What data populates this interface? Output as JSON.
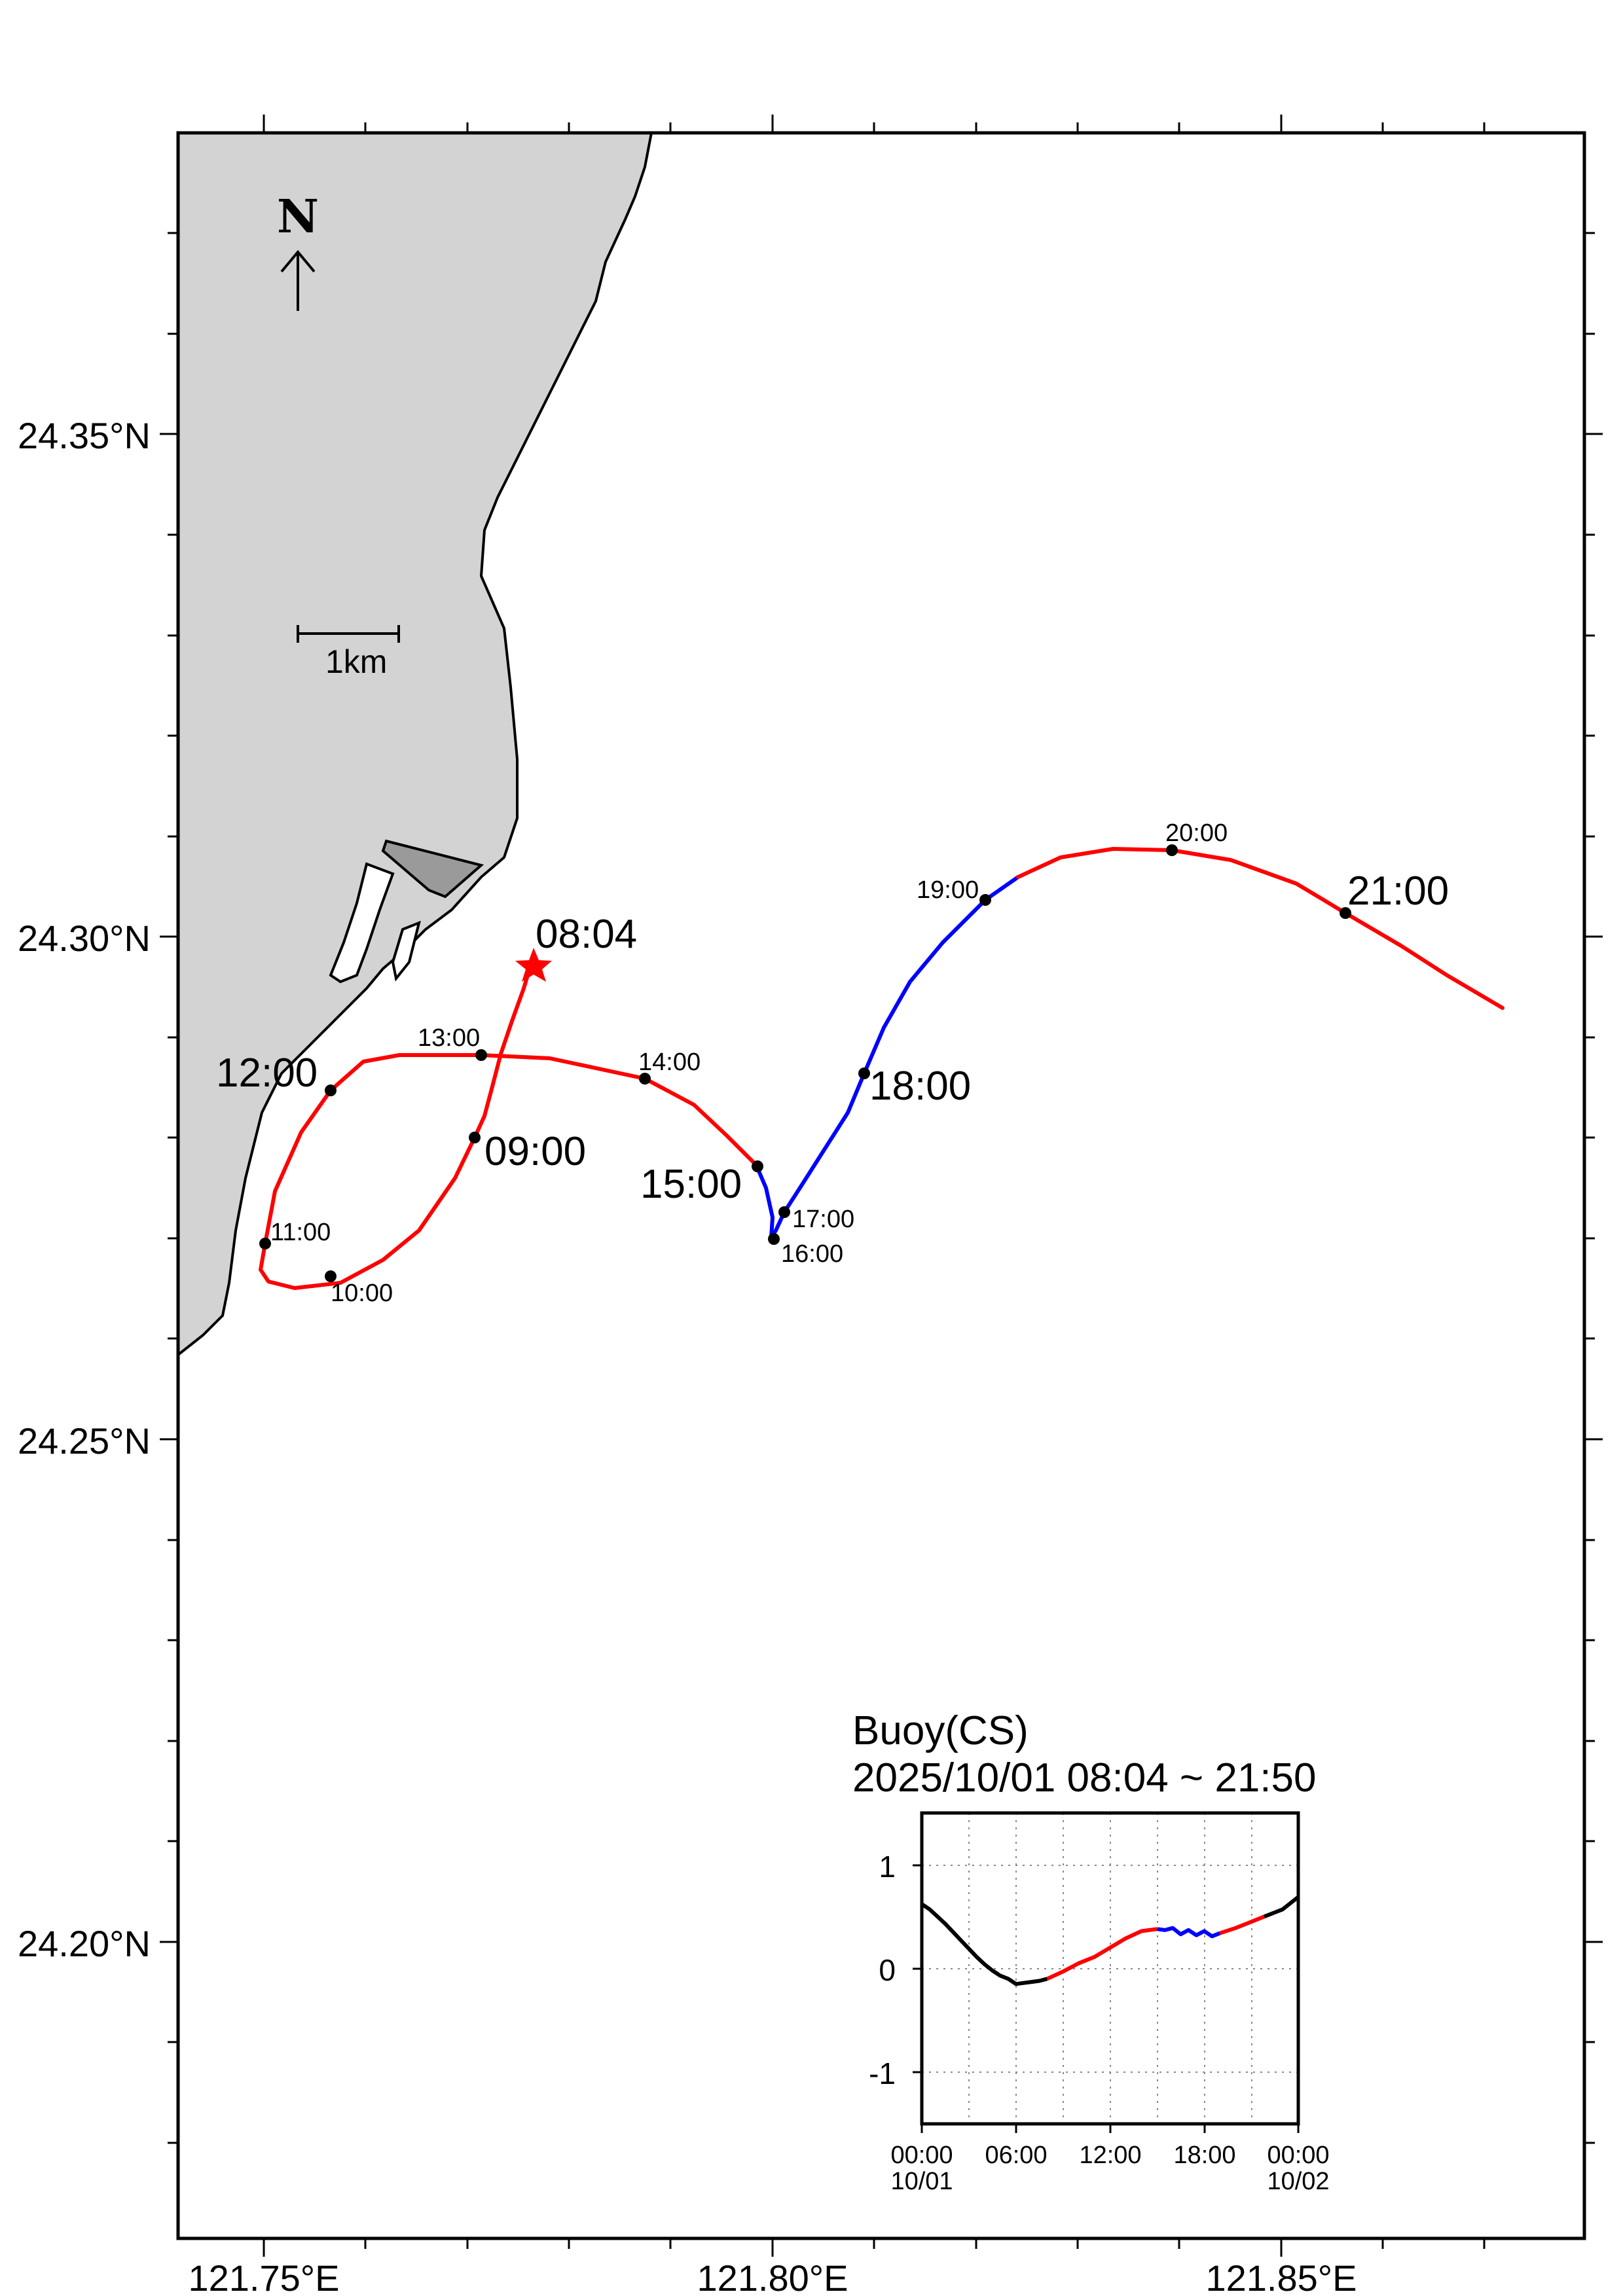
{
  "map": {
    "north_label": "N",
    "scale_label": "1km",
    "lat_labels": [
      "24.35°N",
      "24.30°N",
      "24.25°N",
      "24.20°N"
    ],
    "lon_labels": [
      "121.75°E",
      "121.80°E",
      "121.85°E"
    ],
    "start_label": "08:04",
    "time_labels": {
      "t0900": "09:00",
      "t1000": "10:00",
      "t1100": "11:00",
      "t1200": "12:00",
      "t1300": "13:00",
      "t1400": "14:00",
      "t1500": "15:00",
      "t1600": "16:00",
      "t1700": "17:00",
      "t1800": "18:00",
      "t1900": "19:00",
      "t2000": "20:00",
      "t2100": "21:00"
    },
    "colors": {
      "land": "#d3d3d3",
      "port": "#9a9a9a",
      "track_red": "#ff0000",
      "track_blue": "#0000ff",
      "marker": "#000000"
    }
  },
  "inset": {
    "title": "Buoy(CS)",
    "subtitle": "2025/10/01 08:04 ~ 21:50",
    "y_ticks": [
      "1",
      "0",
      "-1"
    ],
    "x_ticks": [
      "00:00",
      "06:00",
      "12:00",
      "18:00",
      "00:00"
    ],
    "x_dates": [
      "10/01",
      "10/02"
    ]
  },
  "chart_data": {
    "type": "line",
    "ylim": [
      -1.5,
      1.5
    ],
    "xlim_hours": [
      0,
      24
    ],
    "series": [
      {
        "color": "#000000",
        "x_hours": [
          0,
          0.5,
          1,
          1.5,
          2,
          2.5,
          3,
          3.5,
          4,
          4.5,
          5,
          5.5,
          6,
          6.5,
          7,
          7.5,
          8
        ],
        "values": [
          0.62,
          0.57,
          0.5,
          0.43,
          0.35,
          0.27,
          0.19,
          0.11,
          0.04,
          -0.02,
          -0.07,
          -0.1,
          -0.15,
          -0.14,
          -0.13,
          -0.12,
          -0.1
        ]
      },
      {
        "color": "#ff0000",
        "x_hours": [
          8,
          9,
          10,
          11,
          12,
          13,
          14,
          15
        ],
        "values": [
          -0.1,
          -0.03,
          0.05,
          0.11,
          0.2,
          0.29,
          0.36,
          0.38
        ]
      },
      {
        "color": "#0000ff",
        "x_hours": [
          15,
          15.5,
          16,
          16.5,
          17,
          17.5,
          18,
          18.5,
          19
        ],
        "values": [
          0.38,
          0.37,
          0.39,
          0.33,
          0.37,
          0.32,
          0.36,
          0.31,
          0.34
        ]
      },
      {
        "color": "#ff0000",
        "x_hours": [
          19,
          20,
          21,
          21.83
        ],
        "values": [
          0.34,
          0.39,
          0.45,
          0.5
        ]
      },
      {
        "color": "#000000",
        "x_hours": [
          21.83,
          22.5,
          23,
          23.5,
          24
        ],
        "values": [
          0.5,
          0.54,
          0.57,
          0.63,
          0.69
        ]
      }
    ]
  }
}
